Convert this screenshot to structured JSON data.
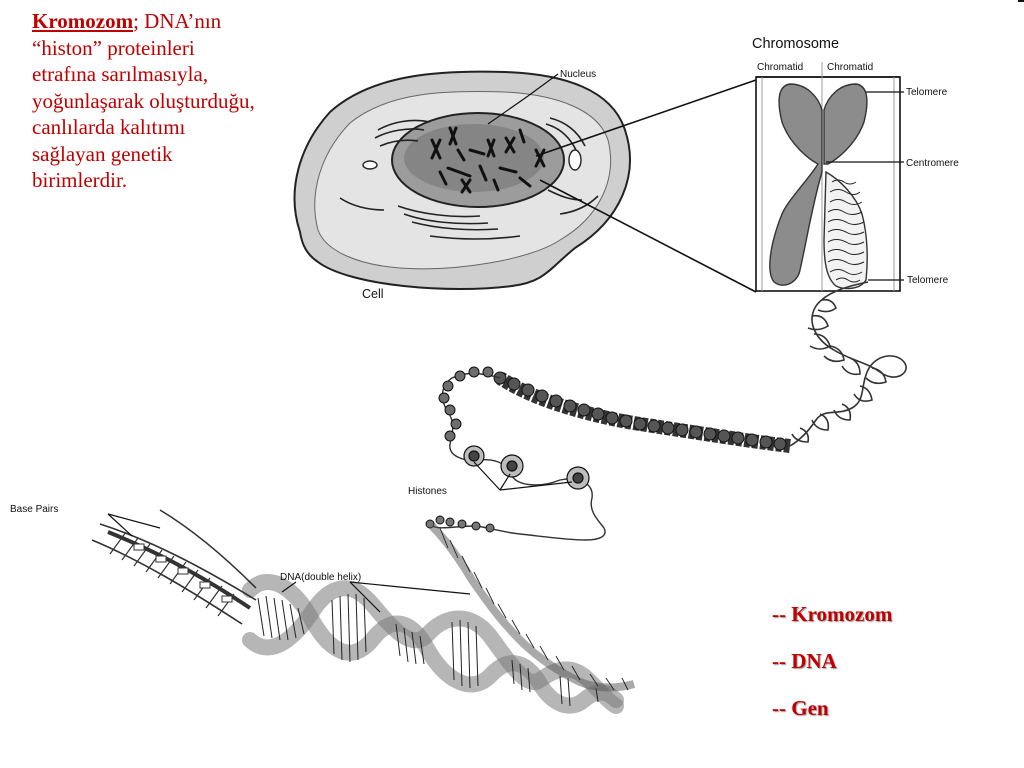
{
  "definition": {
    "term": "Kromozom",
    "rest": "; DNA’nın “histon” proteinleri etrafına sarılmasıyla, yoğunlaşarak oluşturduğu, canlılarda kalıtımı sağlayan genetik birimlerdir."
  },
  "diagram_labels": {
    "chromosome": "Chromosome",
    "chromatid_left": "Chromatid",
    "chromatid_right": "Chromatid",
    "telomere_top": "Telomere",
    "centromere": "Centromere",
    "telomere_bottom": "Telomere",
    "nucleus": "Nucleus",
    "cell": "Cell",
    "histones": "Histones",
    "base_pairs": "Base Pairs",
    "dna_double_helix": "DNA(double helix)"
  },
  "bullets": [
    "-- Kromozom",
    "-- DNA",
    "-- Gen"
  ],
  "colors": {
    "text_red": "#c00000",
    "shape_gray": "#888888",
    "line": "#111111"
  }
}
